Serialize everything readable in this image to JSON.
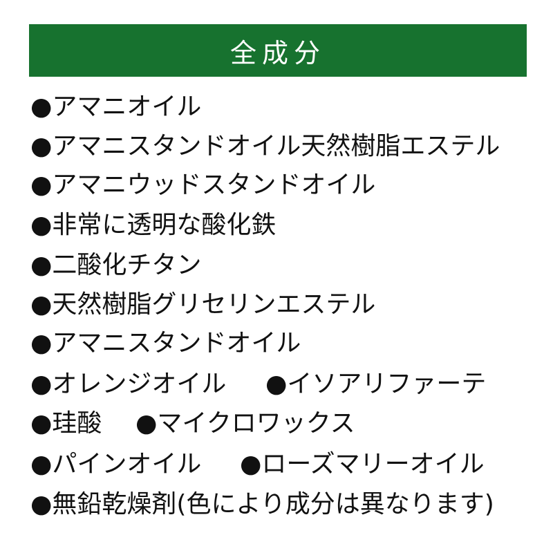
{
  "header": {
    "title": "全成分",
    "bg_color": "#17722f"
  },
  "bullet": "●",
  "rows": [
    {
      "items": [
        "アマニオイル"
      ]
    },
    {
      "items": [
        "アマニスタンドオイル天然樹脂エステル"
      ]
    },
    {
      "items": [
        "アマニウッドスタンドオイル"
      ]
    },
    {
      "items": [
        "非常に透明な酸化鉄"
      ]
    },
    {
      "items": [
        "二酸化チタン"
      ]
    },
    {
      "items": [
        "天然樹脂グリセリンエステル"
      ]
    },
    {
      "items": [
        "アマニスタンドオイル"
      ]
    },
    {
      "items": [
        "オレンジオイル",
        "イソアリファーテ"
      ]
    },
    {
      "items": [
        "珪酸",
        "マイクロワックス"
      ]
    },
    {
      "items": [
        "パインオイル",
        "ローズマリーオイル"
      ]
    },
    {
      "items": [
        "無鉛乾燥剤(色により成分は異なります)"
      ]
    }
  ]
}
